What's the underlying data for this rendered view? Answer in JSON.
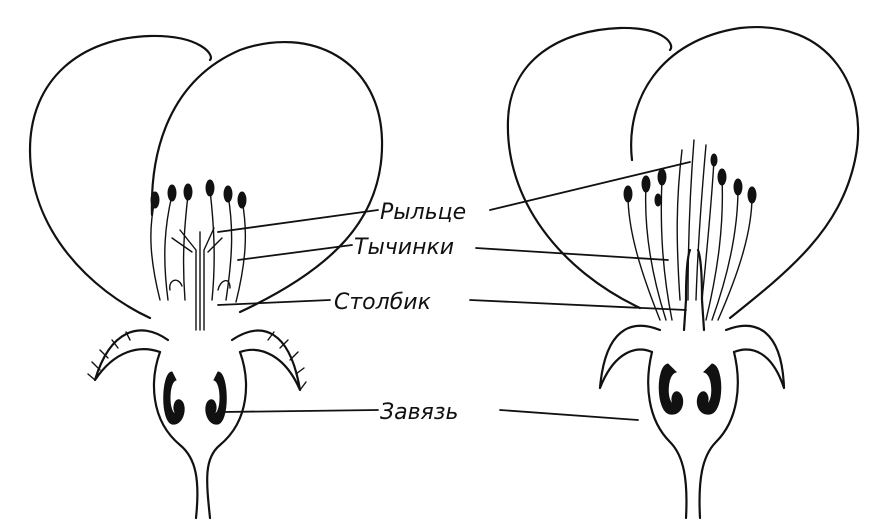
{
  "labels": {
    "stigma": "Рыльце",
    "stamens": "Тычинки",
    "style": "Столбик",
    "ovary": "Завязь"
  },
  "colors": {
    "ink": "#111111",
    "paper": "#ffffff"
  }
}
